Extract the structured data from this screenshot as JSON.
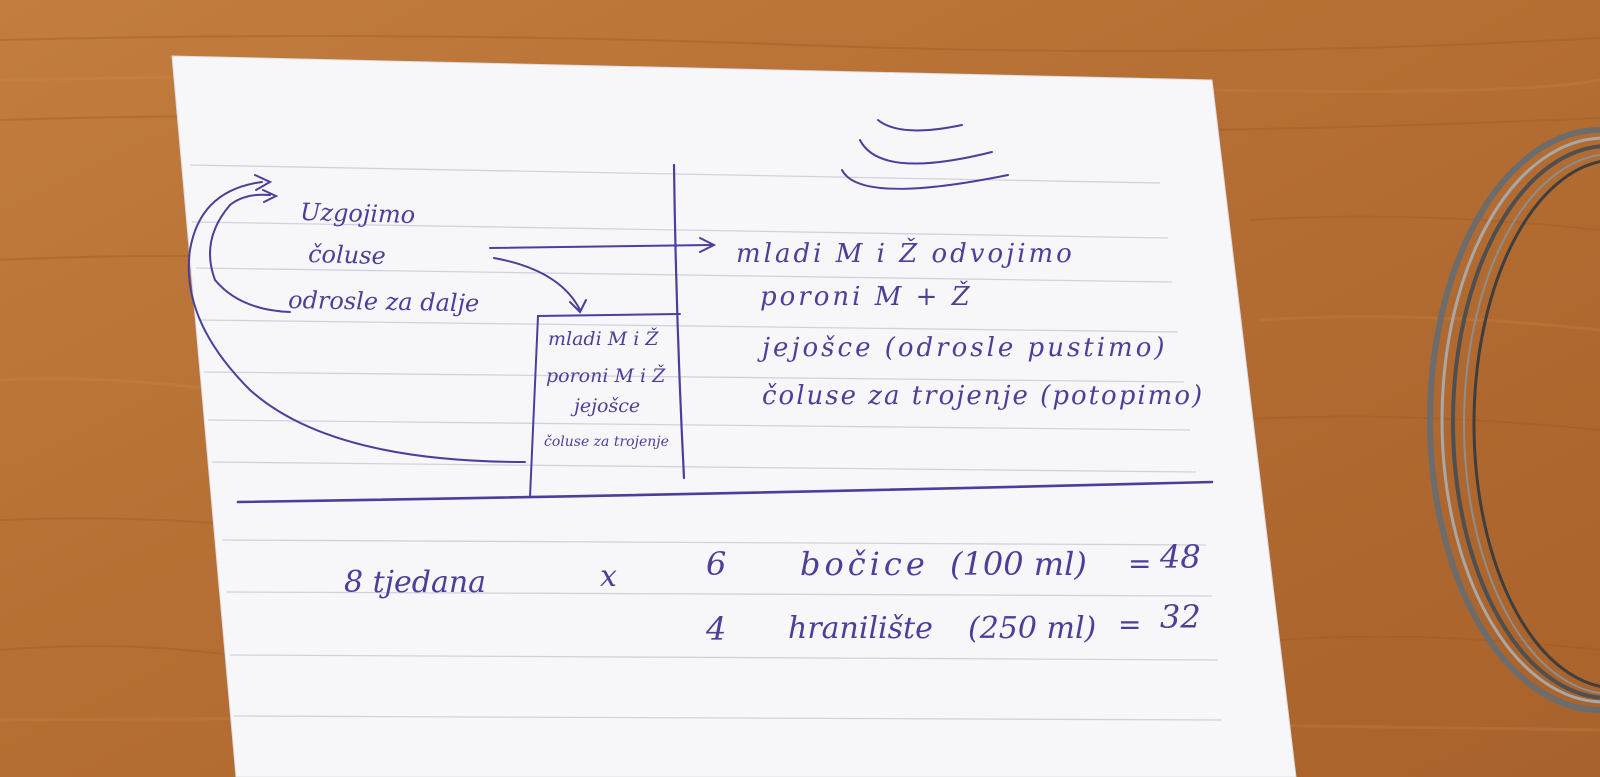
{
  "photo": {
    "surface": "wooden-desk",
    "object": "lined-paper-note",
    "ink_color": "#4a3f9a"
  },
  "left_notes": {
    "line1": "Uzgojimo",
    "line2": "čoluse",
    "line3": "odrosle za dalje"
  },
  "right_notes": {
    "line1": "mladi M i Ž odvojimo",
    "line2": "poroni M + Ž",
    "line3": "jejošce (odrosle pustimo)",
    "line4": "čoluse za trojenje (potopimo)"
  },
  "tank_box": {
    "line1": "mladi M i Ž",
    "line2": "poroni M i Ž",
    "line3": "jejošce",
    "line4": "čoluse za trojenje"
  },
  "calculation": {
    "weeks": "8 tjedana",
    "times": "x",
    "row1": {
      "count": "6",
      "item": "bočice",
      "volume": "(100 ml)",
      "equals": "=",
      "result": "48"
    },
    "row2": {
      "count": "4",
      "item": "hranilište",
      "volume": "(250 ml)",
      "equals": "=",
      "result": "32"
    }
  }
}
